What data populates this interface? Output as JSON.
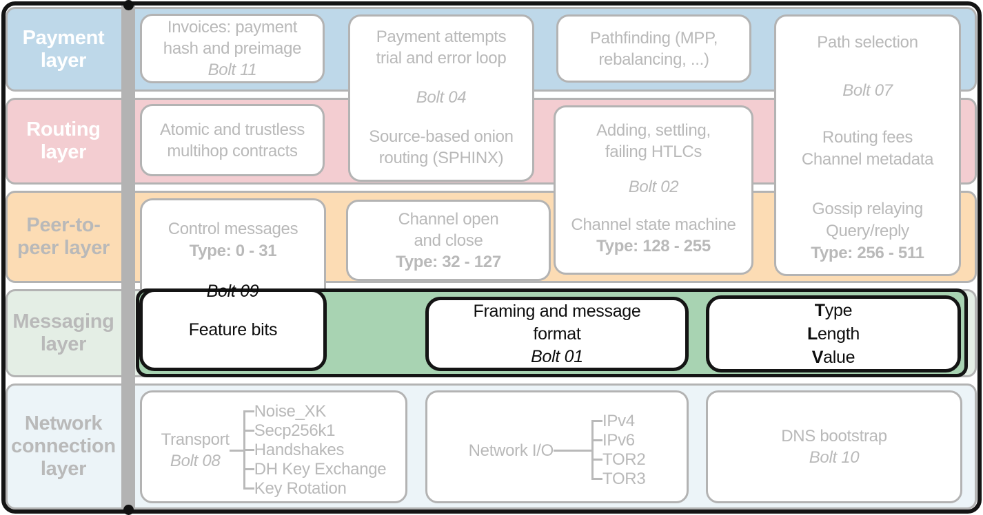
{
  "layers": {
    "payment": {
      "label": "Payment\nlayer",
      "color": "#bed8e9",
      "highlighted": false
    },
    "routing": {
      "label": "Routing\nlayer",
      "color": "#f3cdd1",
      "highlighted": false
    },
    "peer_to_peer": {
      "label": "Peer-to-\npeer layer",
      "color": "#fcdcb4",
      "highlighted": false
    },
    "messaging": {
      "label": "Messaging\nlayer",
      "color": "#e4eee5",
      "highlight_color": "#a8d3b2",
      "highlighted": true
    },
    "network_connection": {
      "label": "Network\nconnection\nlayer",
      "color": "#ecf4f8",
      "highlighted": false
    }
  },
  "boxes": {
    "invoices": {
      "line1": "Invoices: payment",
      "line2": "hash and preimage",
      "bolt": "Bolt 11"
    },
    "payment_attempts": {
      "line1": "Payment attempts",
      "line2": "trial and error loop",
      "bolt": "Bolt 04",
      "line3": "Source-based onion",
      "line4": "routing (SPHINX)"
    },
    "pathfinding": {
      "line1": "Pathfinding (MPP,",
      "line2": "rebalancing, ...)"
    },
    "atomic": {
      "line1": "Atomic and trustless",
      "line2": "multihop contracts"
    },
    "adding_htlcs": {
      "line1": "Adding, settling,",
      "line2": "failing HTLCs",
      "bolt": "Bolt 02",
      "line3": "Channel state machine",
      "type": "Type: 128 - 255"
    },
    "path_selection": {
      "line1": "Path selection",
      "bolt": "Bolt 07",
      "line2": "Routing fees",
      "line3": "Channel metadata",
      "line4": "Gossip relaying",
      "line5": "Query/reply",
      "type": "Type: 256 - 511"
    },
    "control_messages": {
      "line1": "Control messages",
      "type": "Type: 0 - 31",
      "bolt": "Bolt 09"
    },
    "channel_open": {
      "line1": "Channel open",
      "line2": "and close",
      "type": "Type: 32 - 127"
    },
    "feature_bits": {
      "label": "Feature bits"
    },
    "framing": {
      "line1": "Framing and message",
      "line2": "format",
      "bolt": "Bolt 01"
    },
    "tlv": {
      "lines": [
        {
          "b": "T",
          "rest": "ype"
        },
        {
          "b": "L",
          "rest": "ength"
        },
        {
          "b": "V",
          "rest": "alue"
        }
      ]
    },
    "transport": {
      "label": "Transport",
      "bolt": "Bolt 08",
      "items": [
        "Noise_XK",
        "Secp256k1",
        "Handshakes",
        "DH Key Exchange",
        "Key Rotation"
      ]
    },
    "network_io": {
      "label": "Network I/O",
      "items": [
        "IPv4",
        "IPv6",
        "TOR2",
        "TOR3"
      ]
    },
    "dns": {
      "line1": "DNS bootstrap",
      "bolt": "Bolt 10"
    }
  },
  "colors": {
    "divider_bar": "#b3b3b3",
    "faded_border": "#b3b3b3",
    "faded_text": "#b9b9b9",
    "highlight_band": "#a8d3b2",
    "highlight_border": "#141414",
    "highlight_text": "#0d0d0d",
    "box_background": "#ffffff"
  }
}
